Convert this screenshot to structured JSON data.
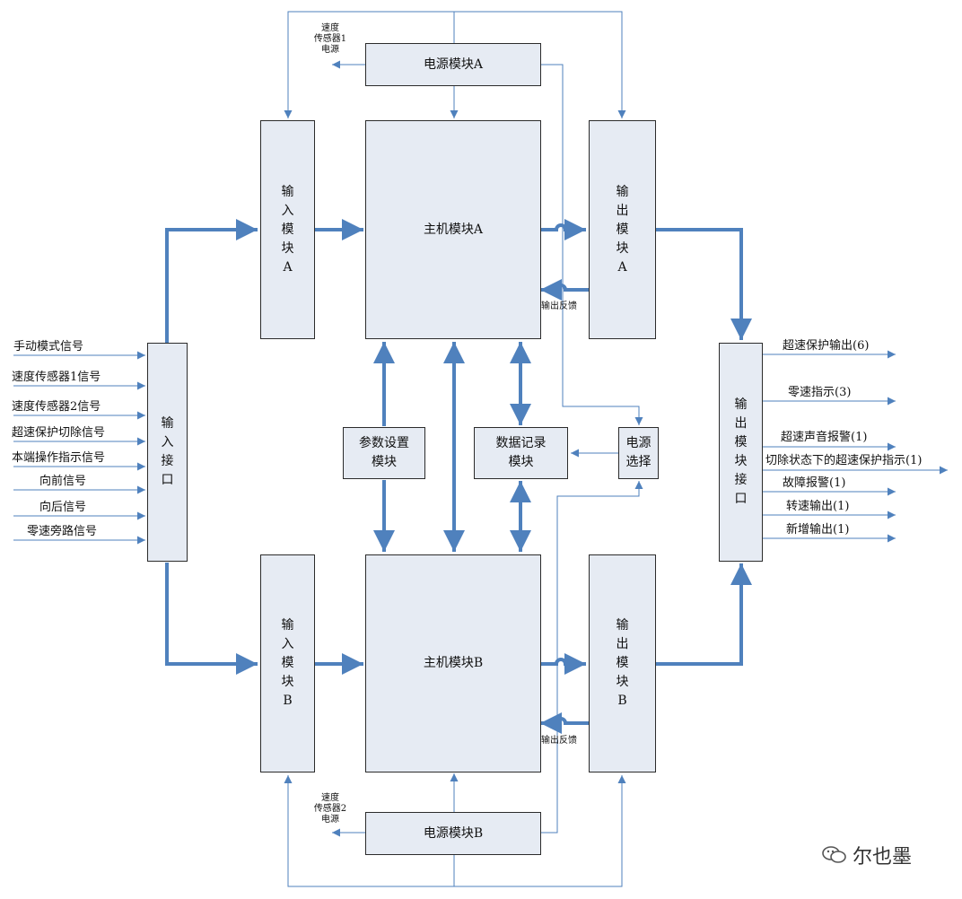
{
  "blocks": {
    "power_a": "电源模块A",
    "power_b": "电源模块B",
    "host_a": "主机模块A",
    "host_b": "主机模块B",
    "input_a": "输\n入\n模\n块\nA",
    "input_b": "输\n入\n模\n块\nB",
    "output_a": "输\n出\n模\n块\nA",
    "output_b": "输\n出\n模\n块\nB",
    "input_port": "输\n入\n接\n口",
    "output_port": "输\n出\n模\n块\n接\n口",
    "param": "参数设置\n模块",
    "datalog": "数据记录\n模块",
    "power_select": "电源\n选择"
  },
  "small_labels": {
    "sensor1_power": "速度\n传感器1\n电源",
    "sensor2_power": "速度\n传感器2\n电源",
    "feedback_a": "输出反馈",
    "feedback_b": "输出反馈"
  },
  "inputs": [
    "手动模式信号",
    "速度传感器1信号",
    "速度传感器2信号",
    "超速保护切除信号",
    "本端操作指示信号",
    "向前信号",
    "向后信号",
    "零速旁路信号"
  ],
  "outputs": [
    "超速保护输出(6)",
    "零速指示(3)",
    "超速声音报警(1)",
    "切除状态下的超速保护指示(1)",
    "故障报警(1)",
    "转速输出(1)",
    "新增输出(1)"
  ],
  "watermark": "尔也墨",
  "colors": {
    "block_fill": "#e6ebf3",
    "wire": "#4f81bd",
    "border": "#2b2b2b"
  }
}
